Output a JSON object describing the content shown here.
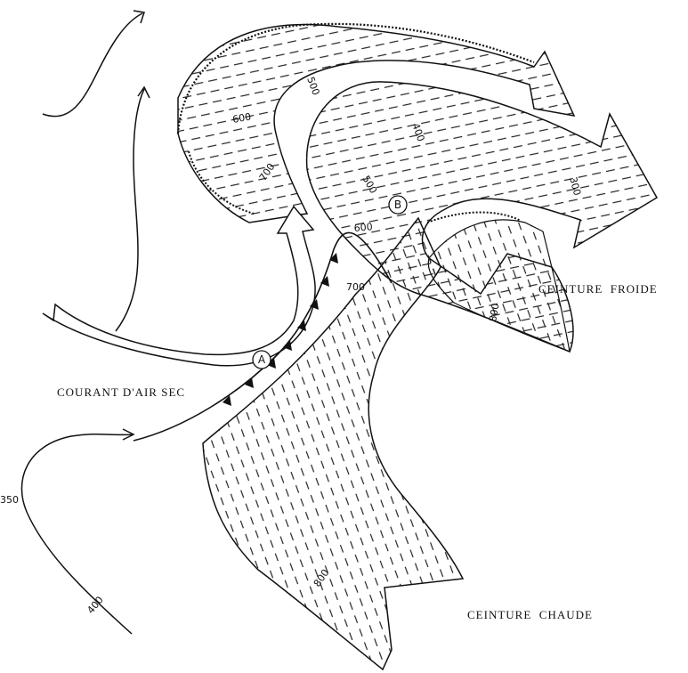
{
  "labels": {
    "cold_belt": "CEINTURE  FROIDE",
    "warm_belt": "CEINTURE  CHAUDE",
    "dry_air": "COURANT D'AIR SEC"
  },
  "points": {
    "a": "A",
    "b": "B"
  },
  "isobars": {
    "i500_top": "500",
    "i400": "400",
    "i600_left": "600",
    "i700_left": "700",
    "i500_mid": "500",
    "i300": "300",
    "i600_mid": "600",
    "i700_mid": "700",
    "i800_right": "800",
    "i800_bottom": "800",
    "i350": "350",
    "i400_bottom": "400"
  },
  "colors": {
    "ink": "#111111",
    "paper": "#ffffff"
  }
}
